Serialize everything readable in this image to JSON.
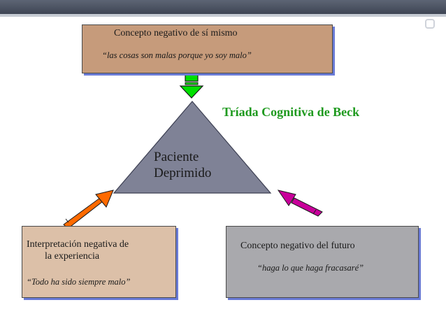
{
  "title": "Tríada Cognitiva de Beck",
  "center": {
    "line1": "Paciente",
    "line2": "Deprimido"
  },
  "top_box": {
    "title": "Concepto negativo de sí mismo",
    "quote": "“las cosas son malas porque yo soy malo”"
  },
  "left_box": {
    "title_line1": "Interpretación negativa de",
    "title_line2": "la experiencia",
    "quote": "“Todo ha sido siempre malo”"
  },
  "right_box": {
    "title": "Concepto negativo del futuro",
    "quote": "“haga lo que haga fracasaré”"
  },
  "colors": {
    "triangle": "#7f8296",
    "title": "#1f9a1f",
    "arrow_top": "#00e000",
    "arrow_left": "#ff6a00",
    "arrow_right": "#c8009a",
    "box_shadow": "#6a7bd6"
  }
}
